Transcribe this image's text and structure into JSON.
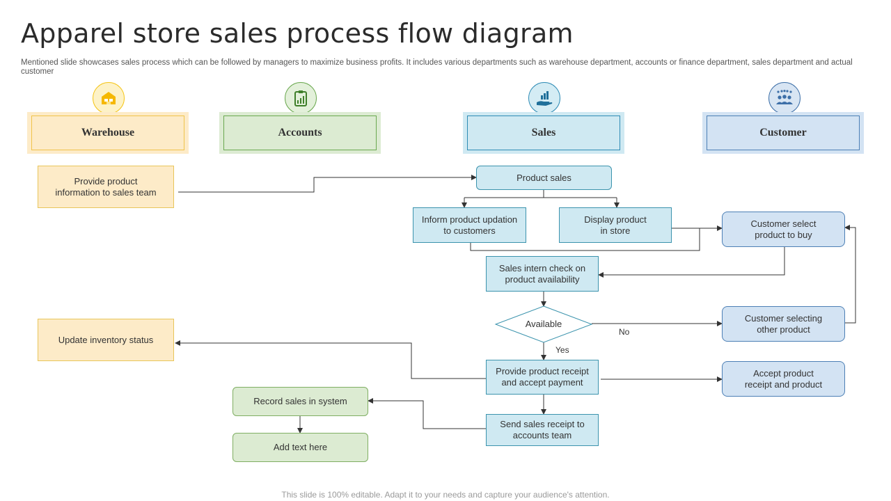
{
  "title": "Apparel store sales process flow diagram",
  "subtitle": "Mentioned slide showcases sales process which can be followed by managers to maximize business profits. It includes various departments such as warehouse department, accounts or finance department, sales department and actual customer",
  "lanes": {
    "warehouse": {
      "label": "Warehouse",
      "icon": "warehouse-icon",
      "color": "#f5c518"
    },
    "accounts": {
      "label": "Accounts",
      "icon": "chart-clipboard-icon",
      "color": "#6aa84f"
    },
    "sales": {
      "label": "Sales",
      "icon": "hand-chart-icon",
      "color": "#2e8bb5"
    },
    "customer": {
      "label": "Customer",
      "icon": "group-icon",
      "color": "#3d6fa8"
    }
  },
  "steps": {
    "provide_info": "Provide product information to sales team",
    "update_inventory": "Update inventory status",
    "record_sales": "Record sales in system",
    "add_text": "Add text here",
    "product_sales": "Product sales",
    "inform_product": "Inform product updation to customers",
    "display_product": "Display product in store",
    "intern_check": "Sales intern check on product availability",
    "available": "Available",
    "provide_receipt": "Provide  product receipt and accept payment",
    "send_receipt": "Send sales receipt to accounts team",
    "customer_select": "Customer select product to buy",
    "customer_other": "Customer selecting other product",
    "accept_receipt": "Accept product receipt and product"
  },
  "labels": {
    "no": "No",
    "yes": "Yes"
  },
  "footer": "This slide is 100% editable. Adapt it to your needs and capture your audience's attention."
}
